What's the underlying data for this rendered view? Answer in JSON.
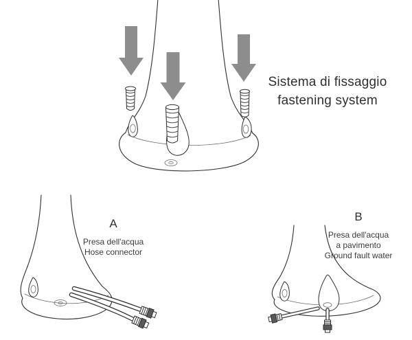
{
  "fastening": {
    "title_it": "Sistema di fissaggio",
    "title_en": "fastening system"
  },
  "section_a": {
    "letter": "A",
    "line1": "Presa dell'acqua",
    "line2": "Hose connector"
  },
  "section_b": {
    "letter": "B",
    "line1": "Presa dell'acqua",
    "line2": "a pavimento",
    "line3": "Ground fault water"
  },
  "colors": {
    "arrow": "#8d8d8d",
    "outline": "#2e2e2e",
    "text": "#333333"
  }
}
